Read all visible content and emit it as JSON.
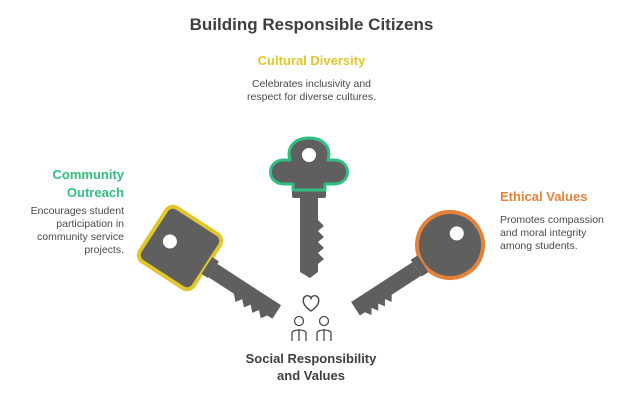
{
  "title": "Building Responsible Citizens",
  "colors": {
    "cultural": "#e1c72a",
    "community": "#2fbf7f",
    "ethical": "#e5823a",
    "key_body": "#5f5f5f",
    "text": "#3f3f3f"
  },
  "items": {
    "cultural": {
      "heading": "Cultural Diversity",
      "description": "Celebrates inclusivity and respect for diverse cultures."
    },
    "community": {
      "heading": "Community Outreach",
      "description": "Encourages student participation in community service projects."
    },
    "ethical": {
      "heading": "Ethical Values",
      "description": "Promotes compassion and moral integrity among students."
    }
  },
  "center": {
    "label": "Social Responsibility and Values",
    "icons": [
      "heart-icon",
      "people-icon"
    ]
  }
}
